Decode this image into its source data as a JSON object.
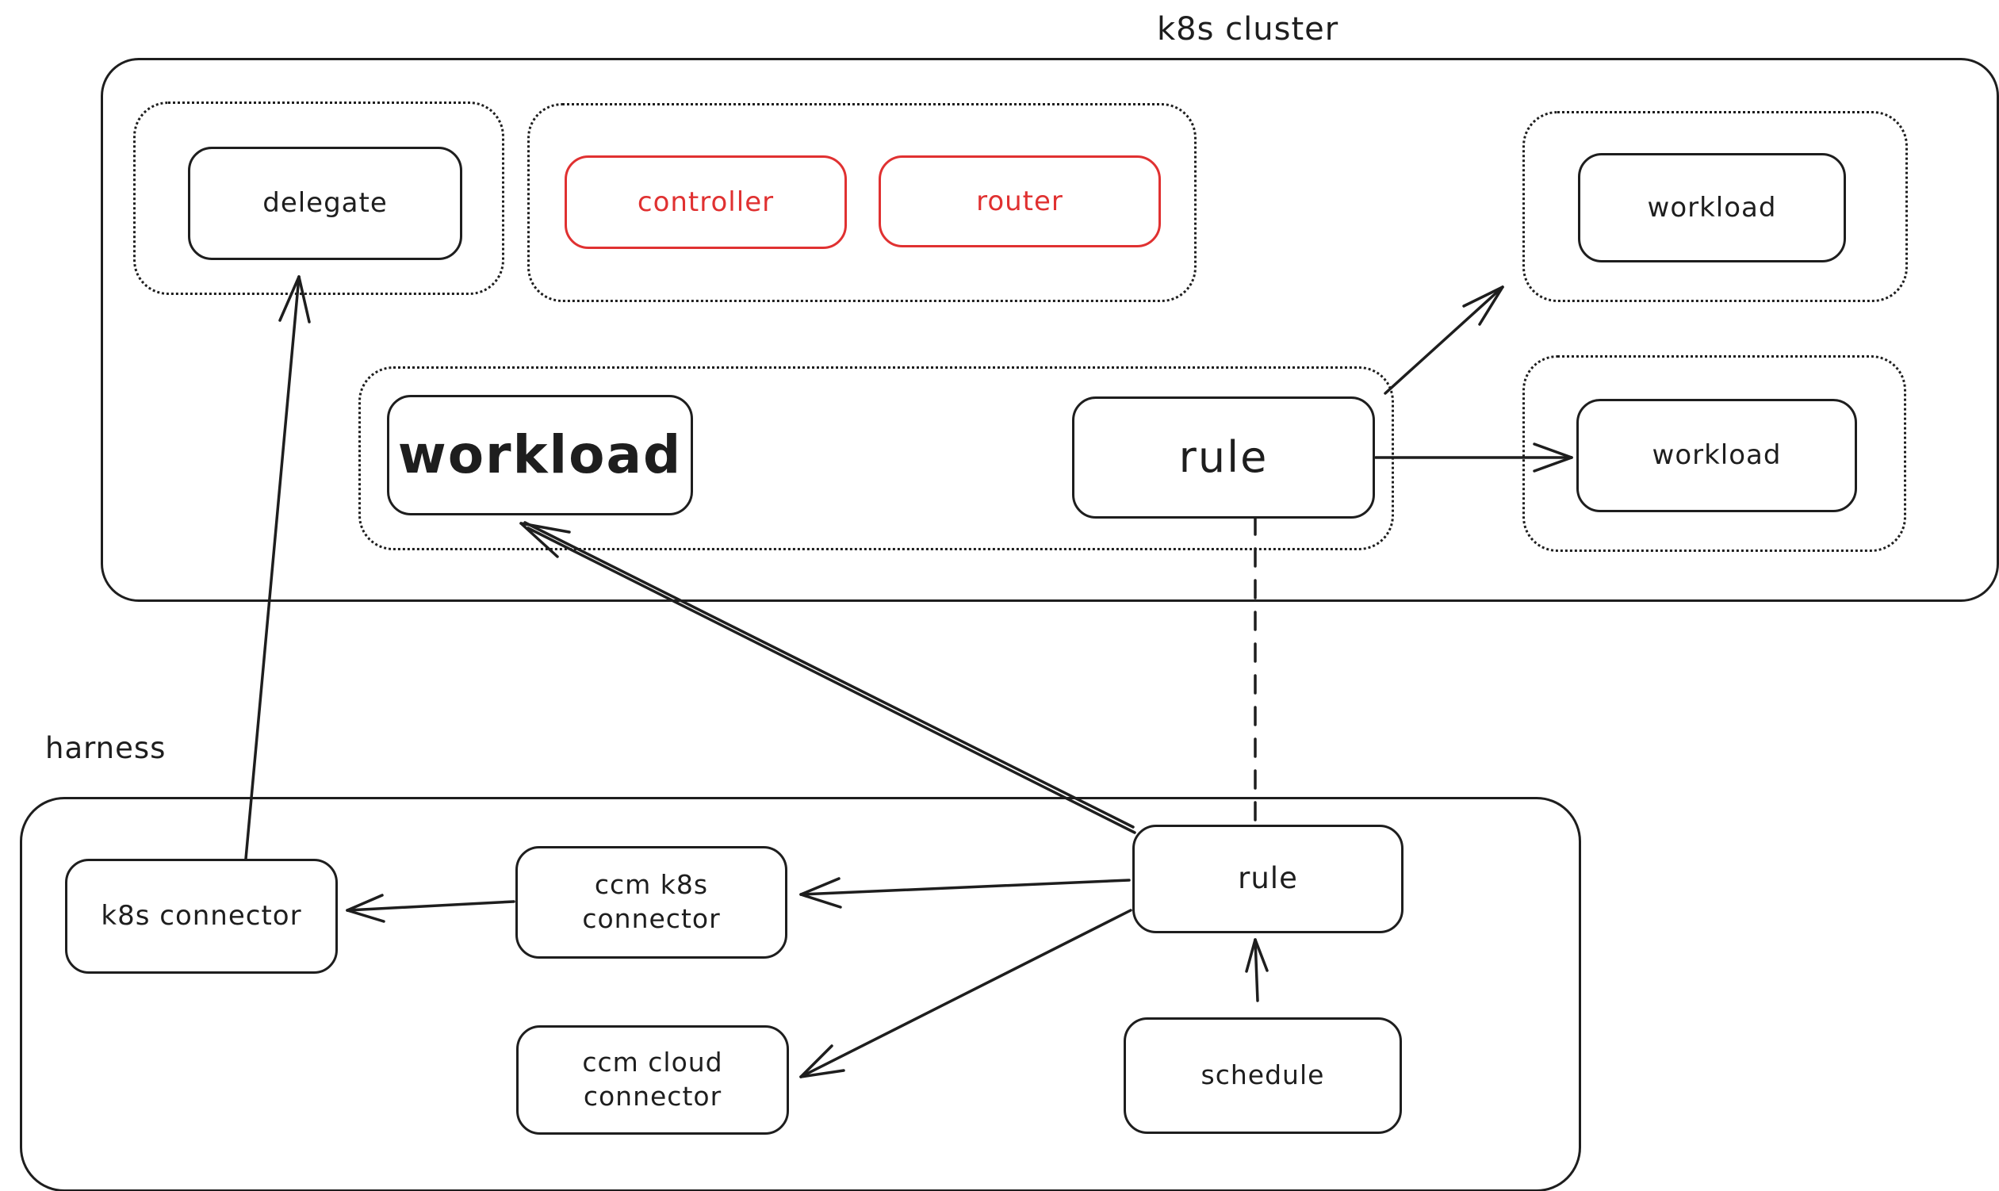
{
  "diagram": {
    "regions": {
      "k8s_cluster": {
        "label": "k8s cluster"
      },
      "harness": {
        "label": "harness"
      }
    },
    "nodes": {
      "delegate": {
        "label": "delegate",
        "region": "k8s_cluster"
      },
      "controller": {
        "label": "controller",
        "region": "k8s_cluster",
        "color": "#e03131"
      },
      "router": {
        "label": "router",
        "region": "k8s_cluster",
        "color": "#e03131"
      },
      "workload_top_right": {
        "label": "workload",
        "region": "k8s_cluster"
      },
      "workload_main": {
        "label": "workload",
        "region": "k8s_cluster"
      },
      "rule_k8s": {
        "label": "rule",
        "region": "k8s_cluster"
      },
      "workload_right": {
        "label": "workload",
        "region": "k8s_cluster"
      },
      "k8s_connector": {
        "label": "k8s connector",
        "region": "harness"
      },
      "ccm_k8s_connector": {
        "label": "ccm k8s\nconnector",
        "region": "harness"
      },
      "ccm_cloud_connector": {
        "label": "ccm cloud\nconnector",
        "region": "harness"
      },
      "rule_harness": {
        "label": "rule",
        "region": "harness"
      },
      "schedule": {
        "label": "schedule",
        "region": "harness"
      }
    },
    "edges": [
      {
        "from": "k8s_connector",
        "to": "delegate",
        "style": "solid-arrow"
      },
      {
        "from": "rule_harness",
        "to": "workload_main",
        "style": "double-line-arrow"
      },
      {
        "from": "rule_harness",
        "to": "ccm_k8s_connector",
        "style": "solid-arrow"
      },
      {
        "from": "rule_harness",
        "to": "ccm_cloud_connector",
        "style": "solid-arrow"
      },
      {
        "from": "ccm_k8s_connector",
        "to": "k8s_connector",
        "style": "solid-arrow"
      },
      {
        "from": "schedule",
        "to": "rule_harness",
        "style": "solid-arrow"
      },
      {
        "from": "rule_k8s",
        "to": "rule_harness",
        "style": "dashed-line"
      },
      {
        "from": "rule_k8s",
        "to": "workload_top_right",
        "style": "solid-arrow"
      },
      {
        "from": "rule_k8s",
        "to": "workload_right",
        "style": "solid-arrow"
      }
    ],
    "colors": {
      "stroke": "#1e1e1e",
      "accent_red": "#e03131",
      "background": "#ffffff"
    }
  }
}
